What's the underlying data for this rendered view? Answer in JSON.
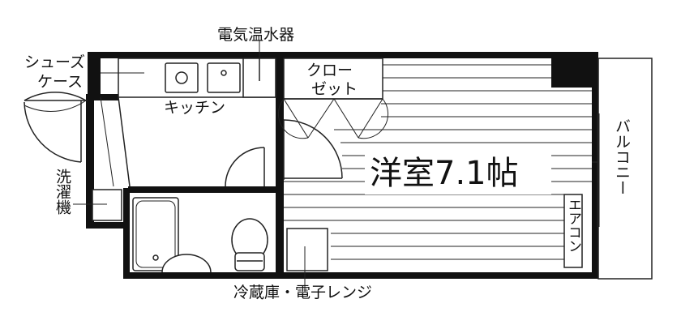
{
  "labels": {
    "water_heater": "電気温水器",
    "shoe_case_1": "シューズ",
    "shoe_case_2": "ケース",
    "kitchen": "キッチン",
    "closet_1": "クロー",
    "closet_2": "ゼット",
    "room": "洋室7.1帖",
    "balcony": "バルコニー",
    "washer": "洗濯機",
    "aircon": "エアコン",
    "fridge_range": "冷蔵庫・電子レンジ"
  },
  "colors": {
    "wall": "#111111",
    "line": "#222222",
    "background": "#ffffff"
  }
}
